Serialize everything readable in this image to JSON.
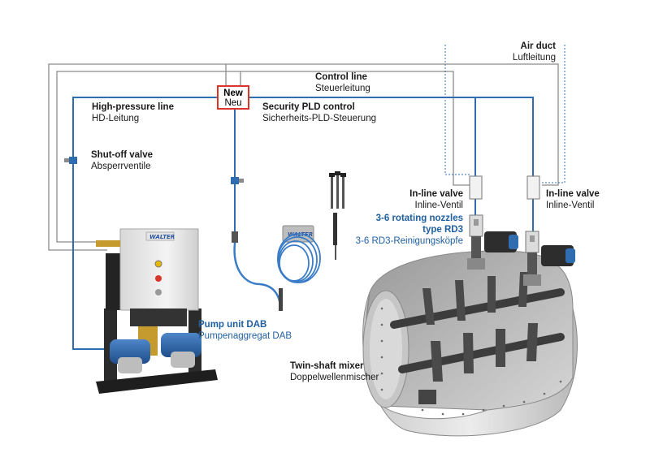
{
  "labels": {
    "air_duct": {
      "en": "Air duct",
      "de": "Luftleitung"
    },
    "control_line": {
      "en": "Control line",
      "de": "Steuerleitung"
    },
    "new": {
      "en": "New",
      "de": "Neu"
    },
    "high_pressure": {
      "en": "High-pressure line",
      "de": "HD-Leitung"
    },
    "security_pld": {
      "en": "Security PLD control",
      "de": "Sicherheits-PLD-Steuerung"
    },
    "shutoff_valve": {
      "en": "Shut-off valve",
      "de": "Absperrventile"
    },
    "inline_valve_left": {
      "en": "In-line valve",
      "de": "Inline-Ventil"
    },
    "inline_valve_right": {
      "en": "In-line valve",
      "de": "Inline-Ventil"
    },
    "nozzles": {
      "en_line1": "3-6 rotating nozzles",
      "en_line2": "type RD3",
      "de": "3-6 RD3-Reinigungsköpfe"
    },
    "pump_unit": {
      "en": "Pump unit DAB",
      "de": "Pumpenaggregat DAB"
    },
    "mixer": {
      "en": "Twin-shaft mixer",
      "de": "Doppelwellenmischer"
    }
  },
  "logo_text": "WALTER",
  "colors": {
    "high_pressure_line": "#2f6db0",
    "control_line": "#8c8c8c",
    "new_box_border": "#d9362b",
    "blue_text": "#1f5fa0",
    "hose": "#3a7cc8"
  }
}
